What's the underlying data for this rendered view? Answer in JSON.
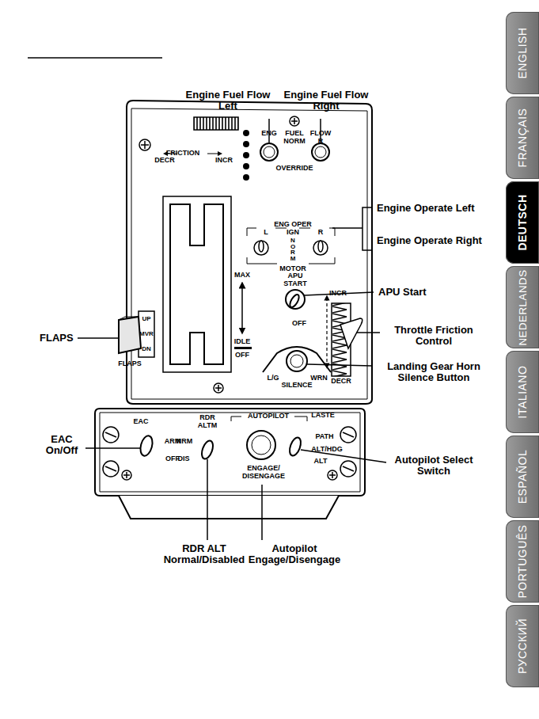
{
  "diagram": {
    "nodes": [
      {
        "text": [
          "ENGLISH"
        ]
      },
      {
        "text": [
          "FRANÇAIS"
        ]
      },
      {
        "text": [
          "DEUTSCH"
        ]
      },
      {
        "text": [
          "NEDERLANDS"
        ]
      },
      {
        "text": [
          "ITALIANO"
        ]
      },
      {
        "text": [
          "ESPAÑOL"
        ]
      },
      {
        "text": [
          "PORTUGUÊS"
        ]
      },
      {
        "text": [
          "РУССКИЙ"
        ]
      }
    ],
    "labels": [
      "Engine Fuel Flow Left",
      "Engine Fuel Flow Right",
      "Engine Operate Left",
      "Engine Operate Right",
      "APU Start",
      "Throttle Friction Control",
      "Landing Gear Horn Silence Button",
      "FLAPS",
      "EAC On/Off",
      "Autopilot Select Switch",
      "RDR ALT Normal/Disabled",
      "Autopilot Engage/Disengage",
      "FRICTION",
      "DECR",
      "INCR",
      "ENG",
      "FUEL NORM",
      "FLOW R",
      "OVERRIDE",
      "ENG OPER",
      "IGN",
      "L",
      "R",
      "NORM",
      "MOTOR",
      "MAX",
      "IDLE",
      "OFF",
      "APU START",
      "OFF",
      "INCR",
      "DECR",
      "L/G",
      "WRN",
      "SILENCE",
      "UP",
      "MVR",
      "DN",
      "FLAPS",
      "EAC",
      "ARM",
      "OFF",
      "RDR ALTM",
      "NRM",
      "DIS",
      "AUTOPILOT",
      "ENGAGE/ DISENGAGE",
      "LASTE",
      "PATH",
      "ALT/HDG",
      "ALT"
    ]
  }
}
